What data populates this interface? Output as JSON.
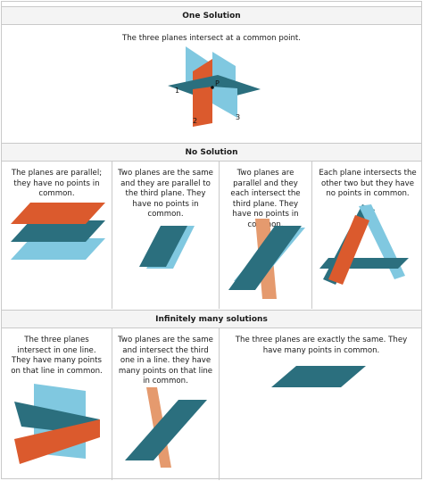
{
  "colors": {
    "teal": "#2b6f7e",
    "orange": "#db5a2d",
    "light_blue": "#80c8e0",
    "light_orange": "#e59a6e"
  },
  "sections": {
    "one": {
      "header": "One Solution",
      "caption": "The three planes intersect at a common point.",
      "labels": {
        "point": "P",
        "p1": "1",
        "p2": "2",
        "p3": "3"
      }
    },
    "none": {
      "header": "No Solution",
      "cells": [
        "The planes are parallel; they have no points in common.",
        "Two planes are the same and they are parallel to the third plane. They have no points in common.",
        "Two planes are parallel and they each intersect the third plane. They have no points in common.",
        "Each plane intersects the other two but they have no points in common."
      ]
    },
    "many": {
      "header": "Infinitely many solutions",
      "cells": [
        "The three planes intersect in one line. They have many points on that line in common.",
        "Two planes are the same and intersect the third one in a line. they have many points on that line in common.",
        "The three planes are exactly the same. They have many points in common."
      ]
    }
  }
}
